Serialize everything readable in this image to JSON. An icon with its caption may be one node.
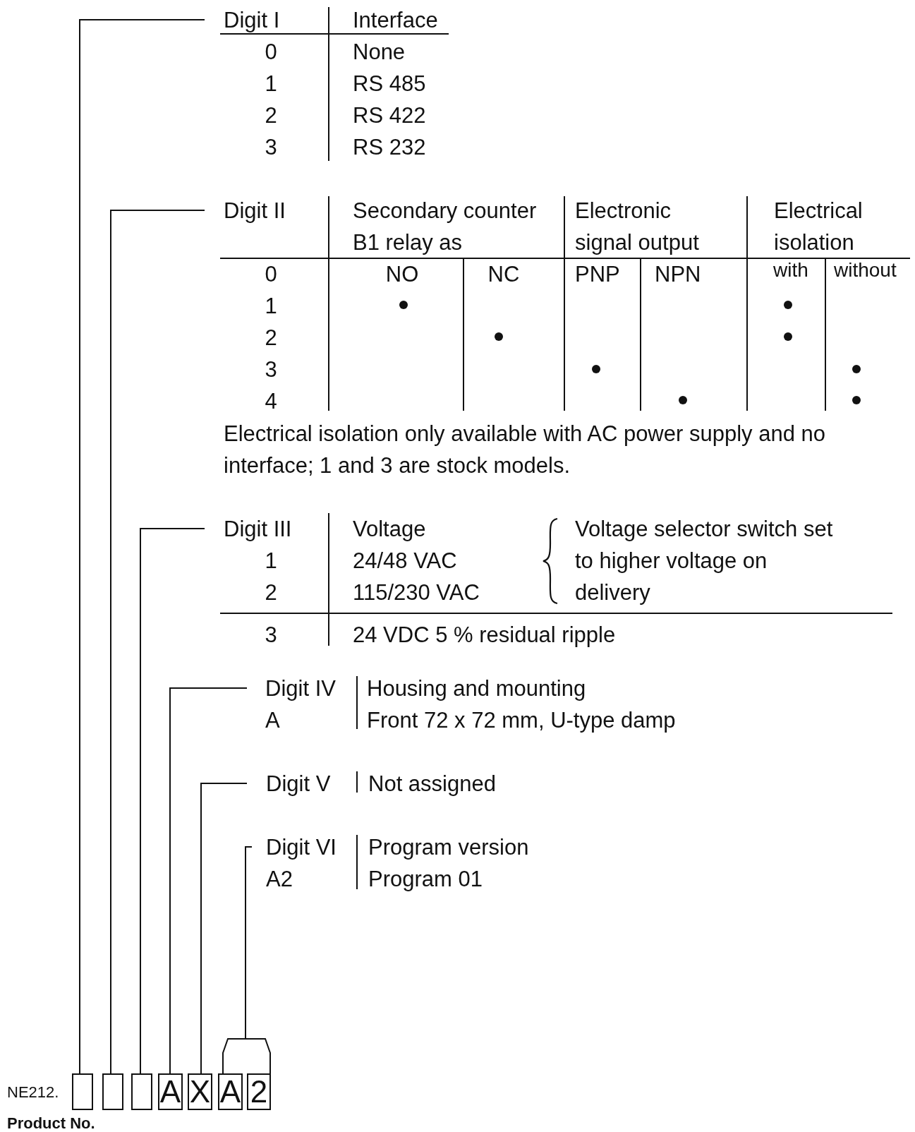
{
  "diagram": {
    "nodes": [
      {
        "text": [
          "Digit I"
        ]
      },
      {
        "text": [
          "Digit II"
        ]
      },
      {
        "text": [
          "Digit III"
        ]
      },
      {
        "text": [
          "Digit IV"
        ]
      },
      {
        "text": [
          "Digit V"
        ]
      },
      {
        "text": [
          "Digit VI"
        ]
      },
      {
        "text": [],
        "shape": "box"
      },
      {
        "text": [],
        "shape": "box"
      },
      {
        "text": [],
        "shape": "box"
      },
      {
        "text": [
          "A"
        ]
      },
      {
        "text": [
          "X"
        ]
      },
      {
        "text": [
          "A"
        ]
      },
      {
        "text": [
          "2"
        ]
      }
    ],
    "edges": [
      {
        "from": 0,
        "to": 6,
        "arrow": "none"
      },
      {
        "from": 1,
        "to": 7,
        "arrow": "none"
      },
      {
        "from": 2,
        "to": 8,
        "arrow": "none"
      },
      {
        "from": 3,
        "to": 9,
        "arrow": "none"
      },
      {
        "from": 4,
        "to": 10,
        "arrow": "none"
      },
      {
        "from": 5,
        "to": 11,
        "arrow": "none"
      },
      {
        "from": 5,
        "to": 12,
        "arrow": "none"
      }
    ],
    "labels": [
      "Interface",
      "0",
      "None",
      "1",
      "RS 485",
      "2",
      "RS 422",
      "3",
      "RS 232",
      "Secondary counter B1 relay as",
      "Electronic signal output",
      "Electrical isolation",
      "0",
      "NO",
      "NC",
      "PNP",
      "NPN",
      "with",
      "without",
      "1",
      "2",
      "3",
      "4",
      "Electrical isolation only available with AC power supply and no interface; 1 and 3 are stock models.",
      "Voltage",
      "Voltage selector switch set to higher voltage on delivery",
      "1",
      "24/48 VAC",
      "2",
      "115/230 VAC",
      "3",
      "24 VDC 5 % residual ripple",
      "Housing and mounting",
      "A",
      "Front 72 x 72 mm, U-type damp",
      "Not assigned",
      "Program version",
      "A2",
      "Program 01",
      "NE212.",
      "Product No."
    ]
  }
}
